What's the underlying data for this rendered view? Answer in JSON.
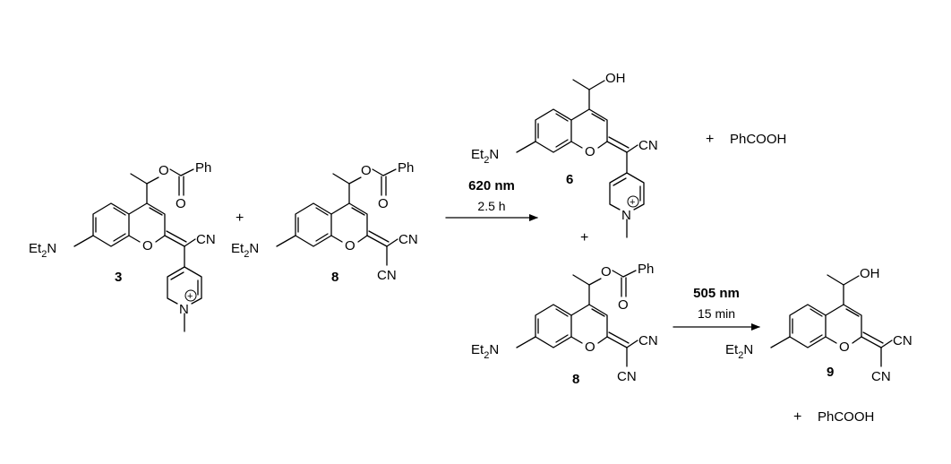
{
  "scheme": {
    "molecules": {
      "m3": {
        "number": "3",
        "amine": "Et",
        "amine_sub": "2",
        "amine_tail": "N",
        "ring_o": "O",
        "nitrile": "CN",
        "ester_o": "O",
        "carbonyl_o": "O",
        "phenyl": "Ph",
        "pyridinium_n": "N",
        "charge": "+"
      },
      "m8a": {
        "number": "8",
        "amine": "Et",
        "amine_sub": "2",
        "amine_tail": "N",
        "ring_o": "O",
        "nitrile_1": "CN",
        "nitrile_2": "CN",
        "ester_o": "O",
        "carbonyl_o": "O",
        "phenyl": "Ph"
      },
      "m6": {
        "number": "6",
        "amine": "Et",
        "amine_sub": "2",
        "amine_tail": "N",
        "ring_o": "O",
        "nitrile": "CN",
        "hydroxyl": "OH",
        "pyridinium_n": "N",
        "charge": "+"
      },
      "m8b": {
        "number": "8",
        "amine": "Et",
        "amine_sub": "2",
        "amine_tail": "N",
        "ring_o": "O",
        "nitrile_1": "CN",
        "nitrile_2": "CN",
        "ester_o": "O",
        "carbonyl_o": "O",
        "phenyl": "Ph"
      },
      "m9": {
        "number": "9",
        "amine": "Et",
        "amine_sub": "2",
        "amine_tail": "N",
        "ring_o": "O",
        "nitrile_1": "CN",
        "nitrile_2": "CN",
        "hydroxyl": "OH"
      }
    },
    "plus_signs": [
      "+",
      "+",
      "+",
      "+"
    ],
    "byproducts": [
      "PhCOOH",
      "PhCOOH"
    ],
    "arrow1": {
      "wavelength": "620 nm",
      "time": "2.5 h"
    },
    "arrow2": {
      "wavelength": "505 nm",
      "time": "15 min"
    }
  }
}
